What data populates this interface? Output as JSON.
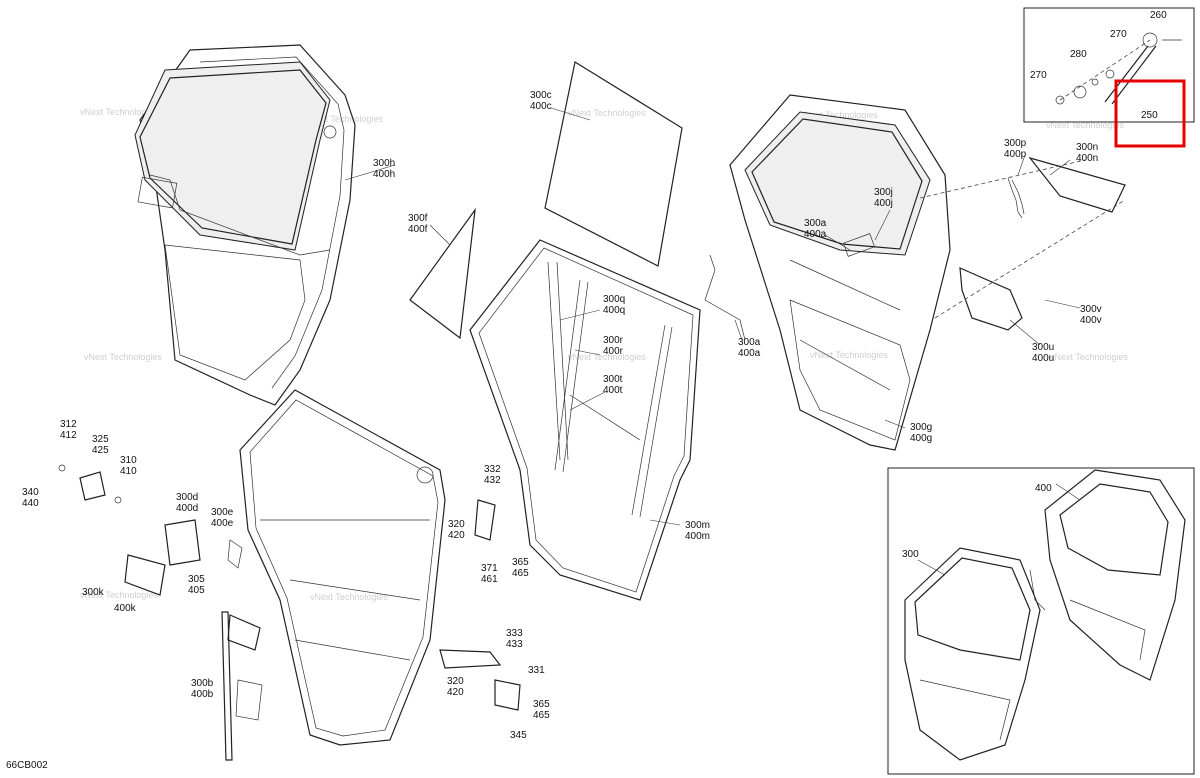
{
  "diagram_code": "66CB002",
  "watermark": [
    "vNext Technologies",
    "vNext Technologies",
    "vNext Technologies",
    "vNext Technologies",
    "vNext Technologies",
    "vNext Technologies",
    "vNext Technologies",
    "vNext Technologies",
    "vNext Technologies",
    "vNext Technologies",
    "vNext Technologies"
  ],
  "highlight_color": "#e60000",
  "callouts": {
    "c260": "260",
    "c270a": "270",
    "c280": "280",
    "c270b": "270",
    "c250": "250",
    "c300p": "300p",
    "c400p": "400p",
    "c300n": "300n",
    "c400n": "400n",
    "c300c": "300c",
    "c400c": "400c",
    "c300h": "300h",
    "c400h": "400h",
    "c300f": "300f",
    "c400f": "400f",
    "c300j": "300j",
    "c400j": "400j",
    "c300a1": "300a",
    "c400a1": "400a",
    "c300q": "300q",
    "c400q": "400q",
    "c300r": "300r",
    "c400r": "400r",
    "c300t": "300t",
    "c400t": "400t",
    "c300a2": "300a",
    "c400a2": "400a",
    "c300v": "300v",
    "c400v": "400v",
    "c300u": "300u",
    "c400u": "400u",
    "c300g": "300g",
    "c400g": "400g",
    "c300m": "300m",
    "c400m": "400m",
    "c312": "312",
    "c412": "412",
    "c325": "325",
    "c425": "425",
    "c310": "310",
    "c410": "410",
    "c340": "340",
    "c440": "440",
    "c300d": "300d",
    "c400d": "400d",
    "c300e": "300e",
    "c400e": "400e",
    "c300k": "300k",
    "c400k": "400k",
    "c305": "305",
    "c405": "405",
    "c332": "332",
    "c432": "432",
    "c320a": "320",
    "c420a": "420",
    "c371": "371",
    "c461": "461",
    "c365a": "365",
    "c465a": "465",
    "c333": "333",
    "c433": "433",
    "c331": "331",
    "c320b": "320",
    "c420b": "420",
    "c365b": "365",
    "c465b": "465",
    "c345": "345",
    "c300b": "300b",
    "c400b": "400b",
    "c400": "400",
    "c300": "300"
  }
}
